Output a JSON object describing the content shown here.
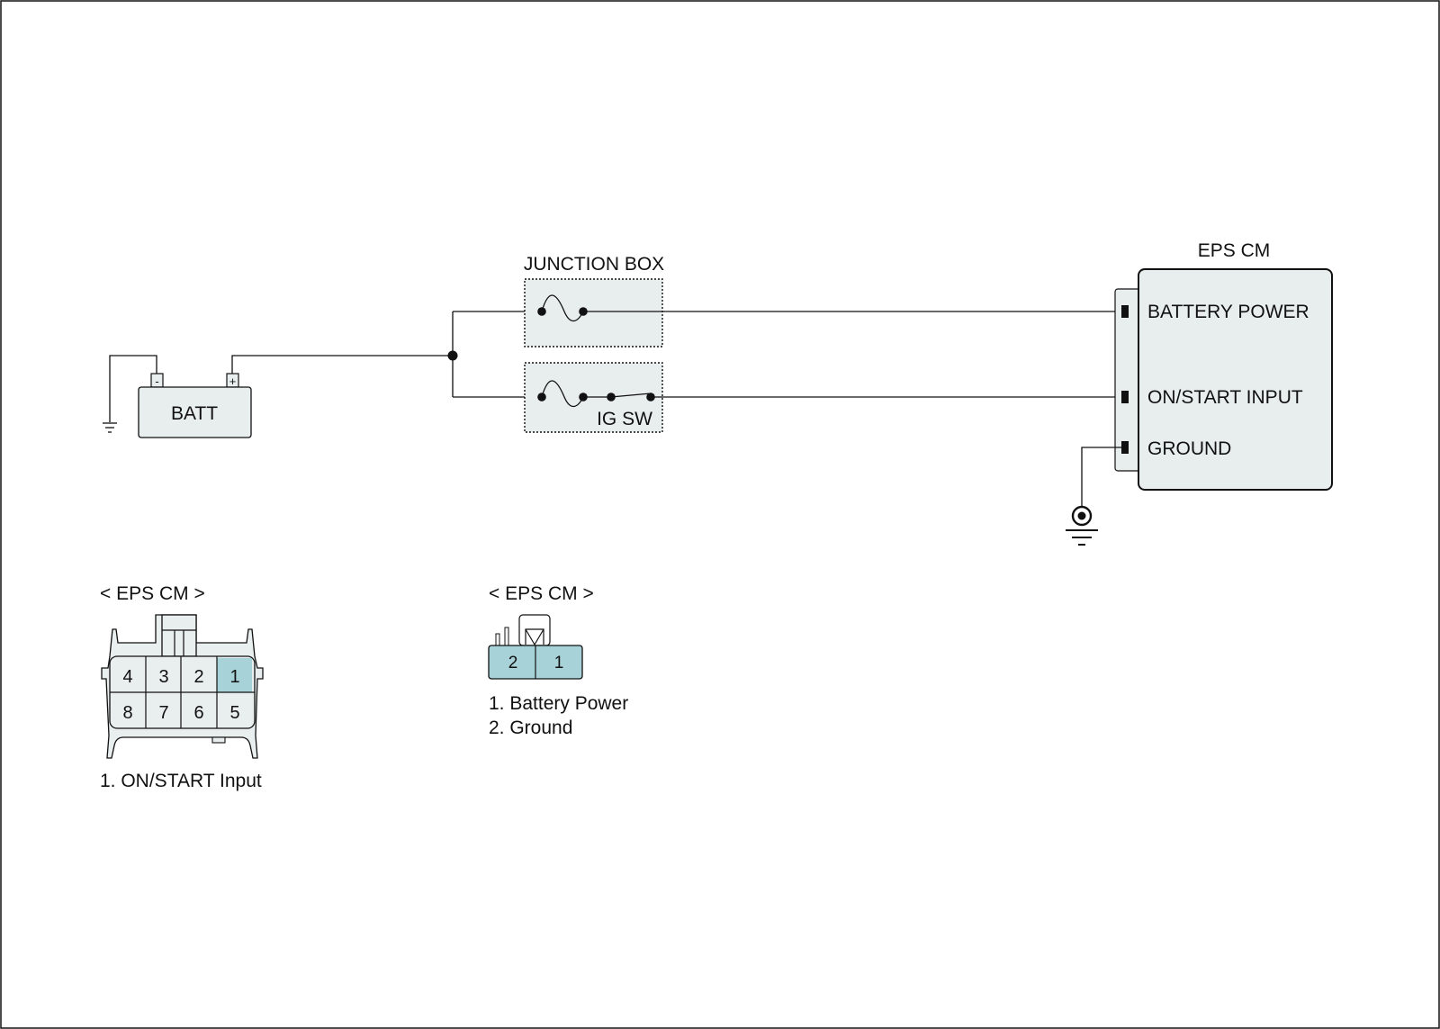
{
  "colors": {
    "line": "#111111",
    "box_fill": "#e8eeee",
    "pin_highlight": "#a6d2d8",
    "connector_fill": "#e9eeee"
  },
  "battery": {
    "label": "BATT",
    "neg": "-",
    "pos": "+"
  },
  "junction_box": {
    "title": "JUNCTION BOX",
    "ig_switch_label": "IG SW"
  },
  "eps_cm": {
    "title": "EPS CM",
    "terminals": [
      "BATTERY POWER",
      "ON/START INPUT",
      "GROUND"
    ]
  },
  "connector_left": {
    "title": "< EPS CM >",
    "pins_top": [
      "4",
      "3",
      "2",
      "1"
    ],
    "pins_bottom": [
      "8",
      "7",
      "6",
      "5"
    ],
    "highlighted_pin": "1",
    "legend": [
      "1. ON/START Input"
    ]
  },
  "connector_right": {
    "title": "< EPS CM >",
    "pins": [
      "2",
      "1"
    ],
    "legend": [
      "1. Battery Power",
      "2. Ground"
    ]
  }
}
